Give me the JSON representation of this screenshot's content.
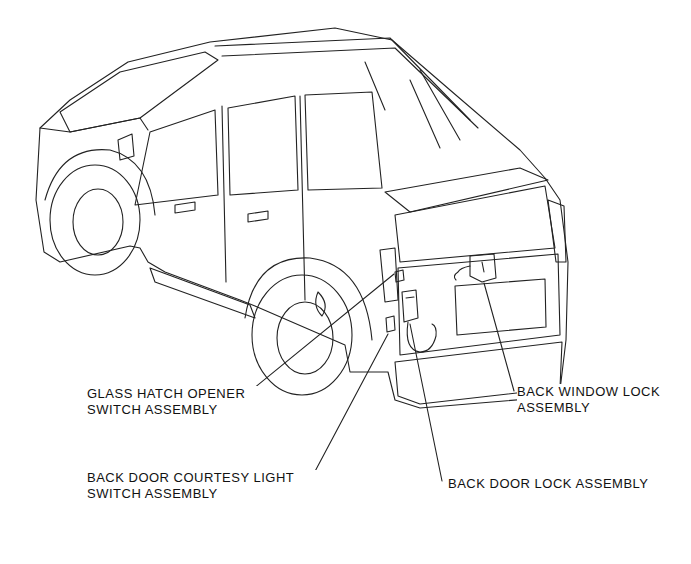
{
  "diagram": {
    "labels": [
      "GLASS HATCH OPENER SWITCH ASSEMBLY",
      "BACK WINDOW LOCK ASSEMBLY",
      "BACK DOOR COURTESY LIGHT SWITCH ASSEMBLY",
      "BACK DOOR LOCK ASSEMBLY"
    ]
  }
}
